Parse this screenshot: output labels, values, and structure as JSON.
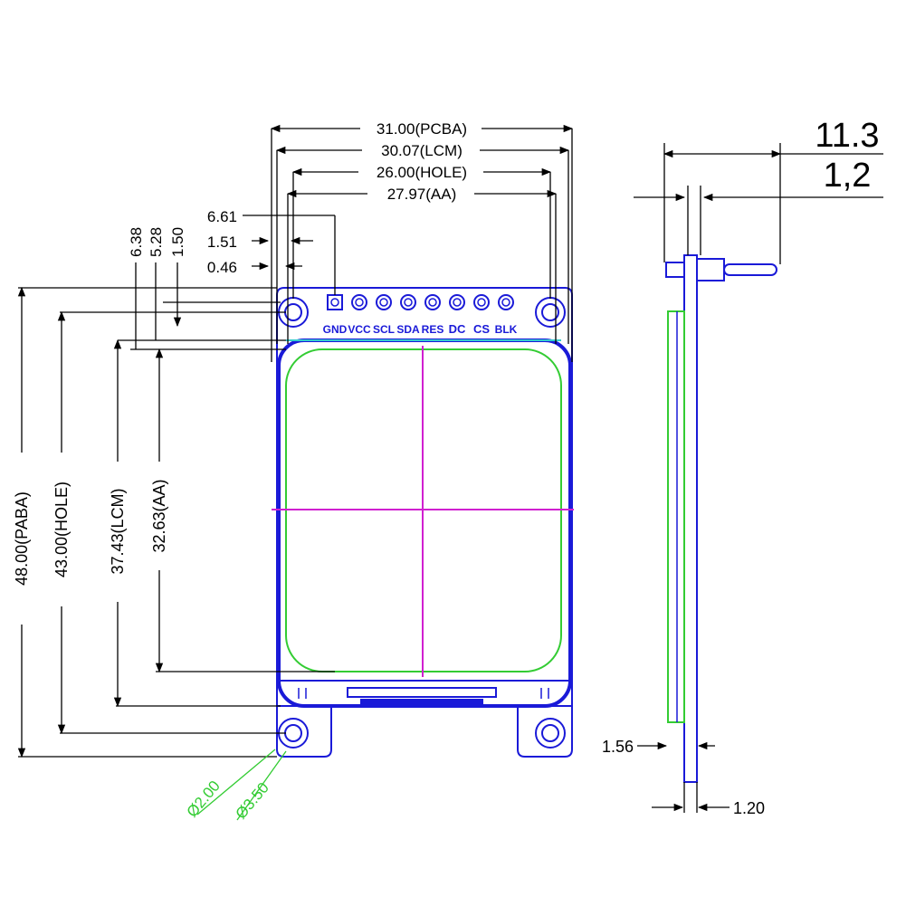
{
  "colors": {
    "outline": "#1a1ad8",
    "active_area": "#33cc33",
    "crosshair": "#d020d0",
    "dimension": "#000000"
  },
  "front_view": {
    "dims_horizontal": {
      "pcba": "31.00(PCBA)",
      "lcm": "30.07(LCM)",
      "hole": "26.00(HOLE)",
      "aa": "27.97(AA)"
    },
    "dims_top_offsets": [
      "6.61",
      "1.51",
      "0.46"
    ],
    "dims_top_rotated": [
      "6.38",
      "5.28",
      "1.50"
    ],
    "dims_vertical": {
      "paba": "48.00(PABA)",
      "hole": "43.00(HOLE)",
      "lcm": "37.43(LCM)",
      "aa": "32.63(AA)"
    },
    "pins": [
      "GND",
      "VCC",
      "SCL",
      "SDA",
      "RES",
      "DC",
      "CS",
      "BLK"
    ],
    "hole_diameters": [
      "Ø2.00",
      "Ø3.50"
    ]
  },
  "side_view": {
    "total_thickness": "11.3",
    "pcb_thickness": "1,2",
    "glass_thickness": "1.56",
    "bottom_thickness": "1.20"
  }
}
